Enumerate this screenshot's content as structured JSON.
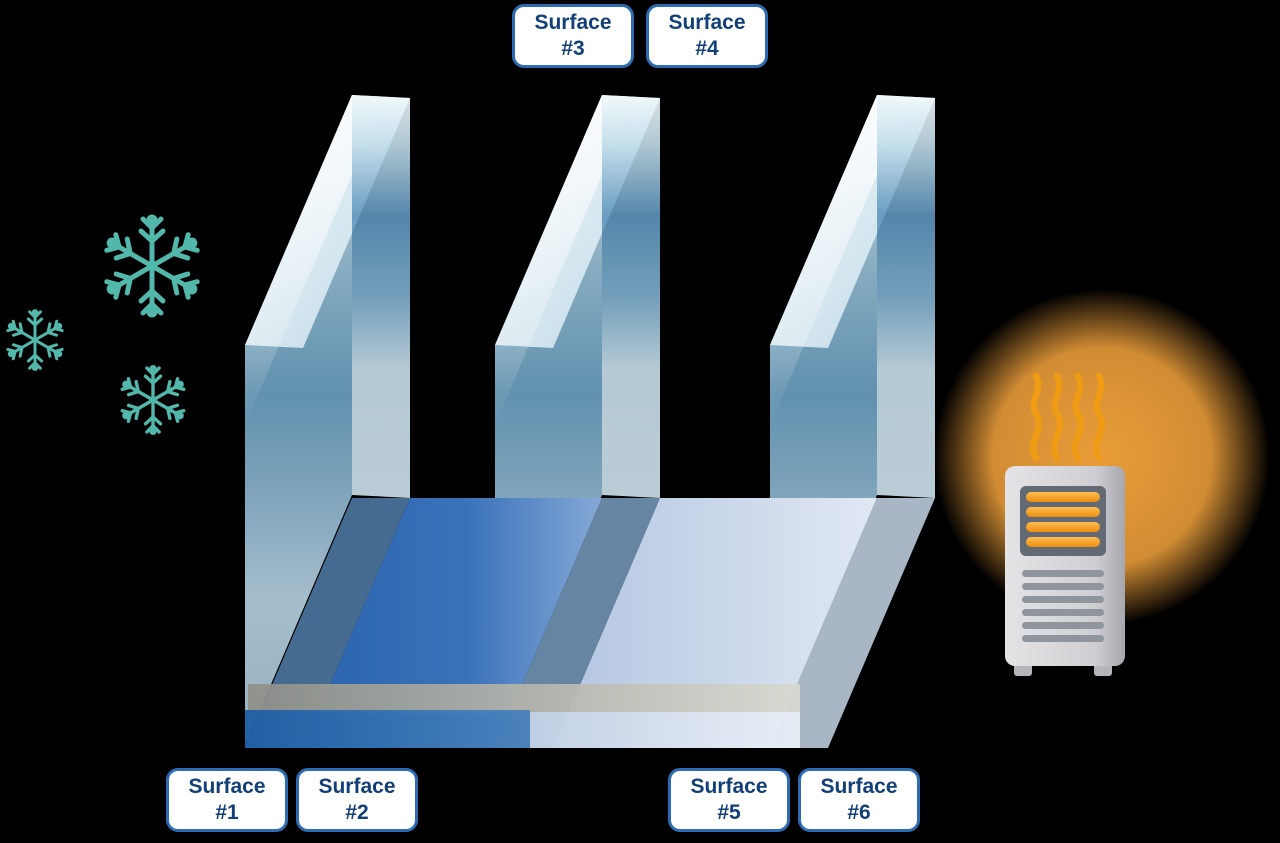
{
  "diagram": {
    "labels": {
      "s1": {
        "line1": "Surface",
        "line2": "#1"
      },
      "s2": {
        "line1": "Surface",
        "line2": "#2"
      },
      "s3": {
        "line1": "Surface",
        "line2": "#3"
      },
      "s4": {
        "line1": "Surface",
        "line2": "#4"
      },
      "s5": {
        "line1": "Surface",
        "line2": "#5"
      },
      "s6": {
        "line1": "Surface",
        "line2": "#6"
      }
    },
    "colors": {
      "background": "#000000",
      "label_border": "#2d6cb3",
      "label_text": "#123f77",
      "label_bg": "#ffffff",
      "snowflake": "#52b8ac",
      "glow_orange": "#f6a53c",
      "heat_wave_orange": "#ef9b13",
      "heater_body_grey": "#cfcfd3",
      "heater_slat_grey": "#8f959d",
      "heater_grill_dark": "#636a74",
      "glass_blue_light": "#cfe7f1",
      "glass_blue_mid": "#6fa6c8",
      "floor_dark_blue": "#2a63af",
      "floor_light_blue": "#c6d3e8",
      "sill_grey": "#b4b4aa"
    },
    "icons": {
      "snowflake": "❄",
      "heater": "space-heater",
      "heat_waves": "rising-heat-lines"
    }
  }
}
